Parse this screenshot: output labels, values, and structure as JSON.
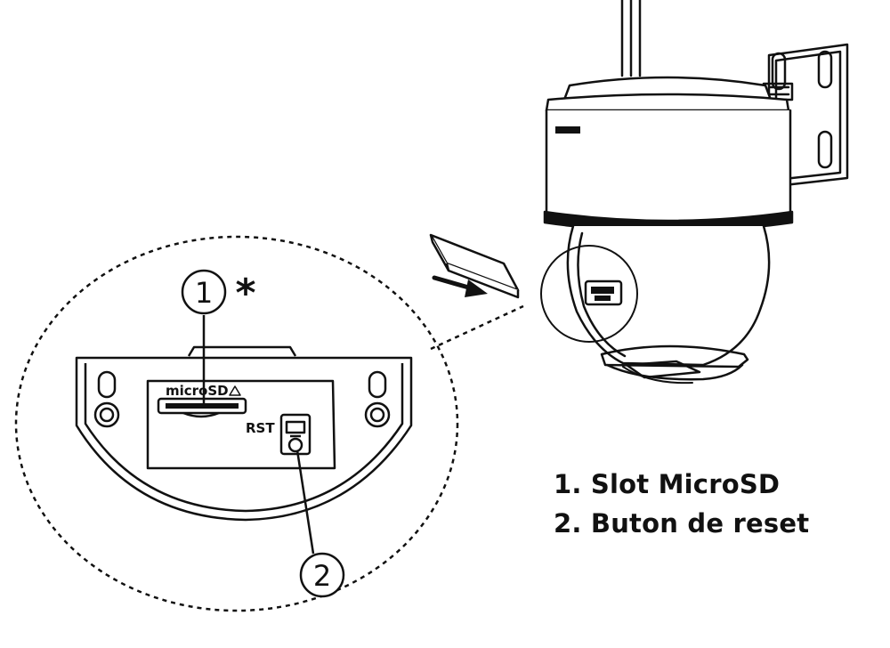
{
  "colors": {
    "ink": "#111111",
    "background": "#ffffff"
  },
  "callouts": {
    "slot_number": "1",
    "slot_mark": "*",
    "reset_number": "2"
  },
  "port_labels": {
    "microsd": "microSD",
    "rst": "RST"
  },
  "legend": {
    "items": [
      "1. Slot MicroSD",
      "2. Buton de reset"
    ]
  }
}
